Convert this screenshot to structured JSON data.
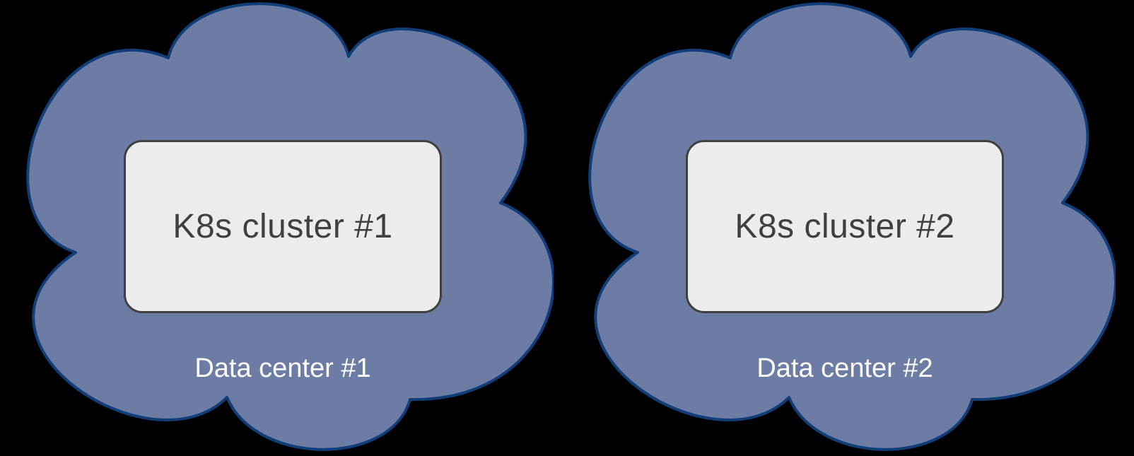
{
  "colors": {
    "canvas_bg": "#000000",
    "cloud_fill": "#6C7CA4",
    "cloud_stroke": "#113D78",
    "box_fill": "#ECECEC",
    "box_stroke": "#404040",
    "box_text": "#404040",
    "label_text": "#FFFFFF"
  },
  "clusters": [
    {
      "box_label": "K8s cluster #1",
      "cloud_label": "Data center #1"
    },
    {
      "box_label": "K8s cluster #2",
      "cloud_label": "Data center #2"
    }
  ]
}
